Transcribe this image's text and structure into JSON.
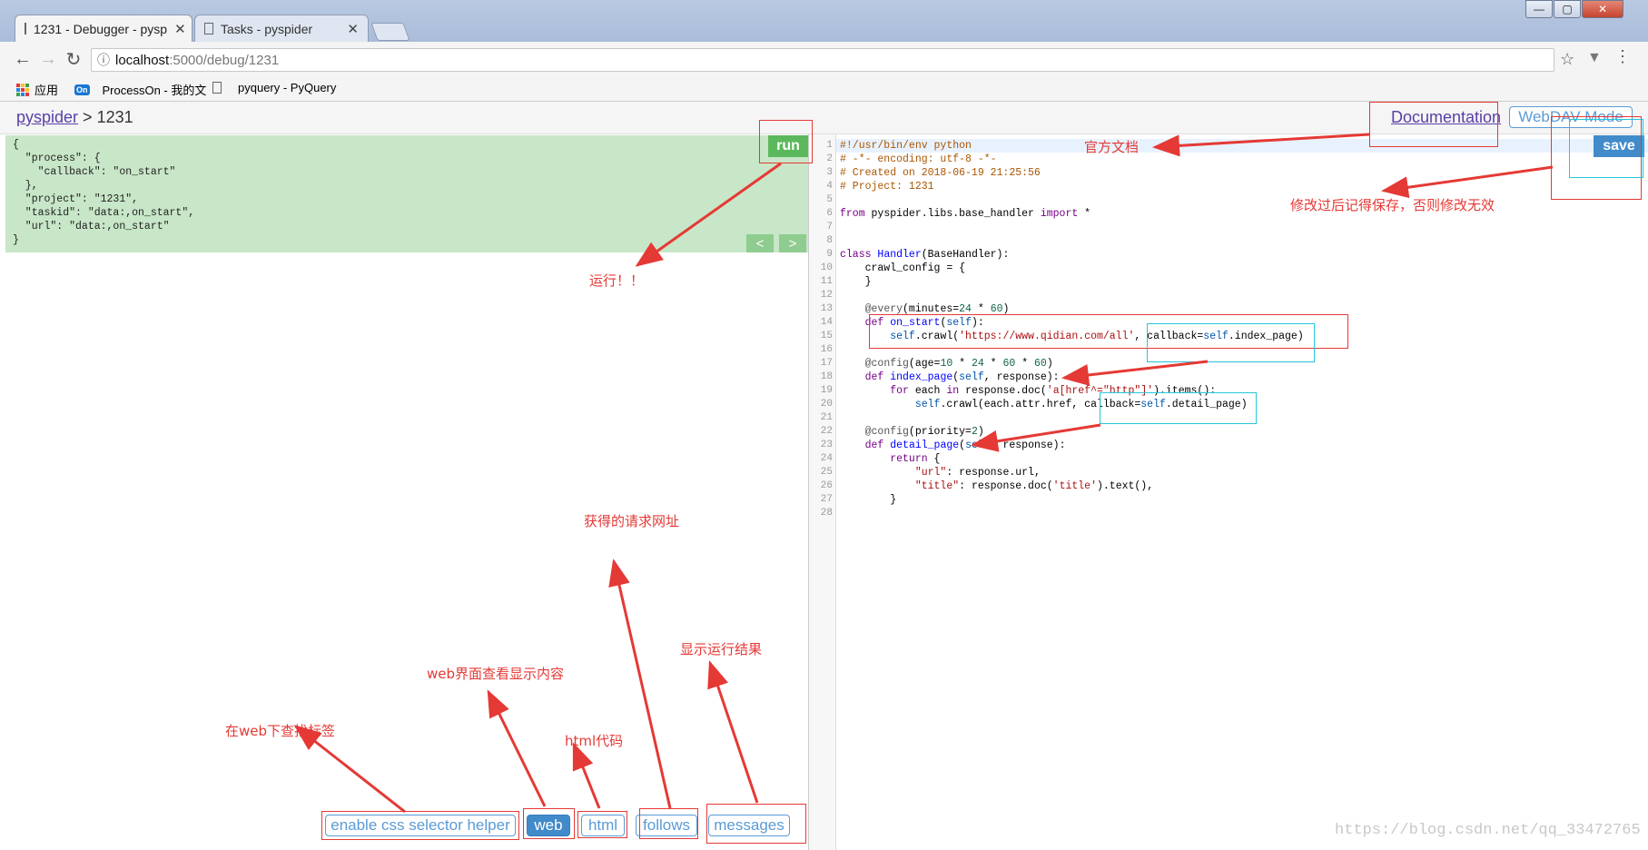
{
  "browser": {
    "tabs": [
      {
        "title": "1231 - Debugger - pysp",
        "active": true
      },
      {
        "title": "Tasks - pyspider",
        "active": false
      }
    ],
    "address": {
      "host": "localhost",
      "path": ":5000/debug/1231"
    },
    "bookmarks": [
      {
        "label": "应用",
        "icon": "apps-grid-icon"
      },
      {
        "label": "ProcessOn - 我的文",
        "icon": "processon-icon"
      },
      {
        "label": "pyquery - PyQuery",
        "icon": "page-icon"
      }
    ],
    "icons": {
      "back": "←",
      "forward": "→",
      "reload": "↻",
      "info": "ⓘ",
      "star": "☆",
      "close": "✕",
      "menu": "⋮"
    }
  },
  "header": {
    "crumb_link": "pyspider",
    "crumb_sep": " > ",
    "project": "1231",
    "doc_link": "Documentation",
    "webdav_button": "WebDAV Mode"
  },
  "debug": {
    "task_json": "{\n  \"process\": {\n    \"callback\": \"on_start\"\n  },\n  \"project\": \"1231\",\n  \"taskid\": \"data:,on_start\",\n  \"url\": \"data:,on_start\"\n}",
    "run_button": "run",
    "prev_button": "<",
    "next_button": ">",
    "tabs": {
      "css_helper": "enable css selector helper",
      "web": "web",
      "html": "html",
      "follows": "follows",
      "messages": "messages"
    }
  },
  "editor": {
    "save_button": "save",
    "line_count": 28
  },
  "annotations": {
    "docs": "官方文档",
    "save": "修改过后记得保存，否则修改无效",
    "run": "运行！！",
    "follows": "获得的请求网址",
    "messages": "显示运行结果",
    "web": "web界面查看显示内容",
    "html": "html代码",
    "css_helper": "在web下查找标签"
  },
  "watermark": "https://blog.csdn.net/qq_33472765",
  "colors": {
    "accent_green": "#5cb85c",
    "accent_blue": "#428bca",
    "annotation_red": "#e53935",
    "annotation_cyan": "#26c6da"
  }
}
